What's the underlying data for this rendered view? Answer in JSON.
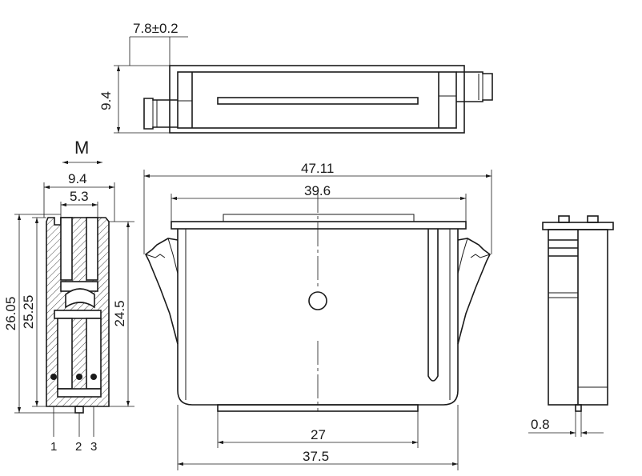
{
  "dimensions": {
    "top_width": "7.8±0.2",
    "top_height": "9.4",
    "section_label": "M",
    "side_outer_width": "9.4",
    "side_inner_width": "5.3",
    "side_total_height": "26.05",
    "side_mid_height": "25.25",
    "side_body_height": "24.5",
    "front_overall_width": "47.11",
    "front_flange_width": "39.6",
    "front_bottom_inner": "27",
    "front_bottom_outer": "37.5",
    "right_pin_width": "0.8"
  },
  "pins": [
    "1",
    "2",
    "3"
  ],
  "colors": {
    "line": "#1a1a1a",
    "background": "#ffffff"
  }
}
